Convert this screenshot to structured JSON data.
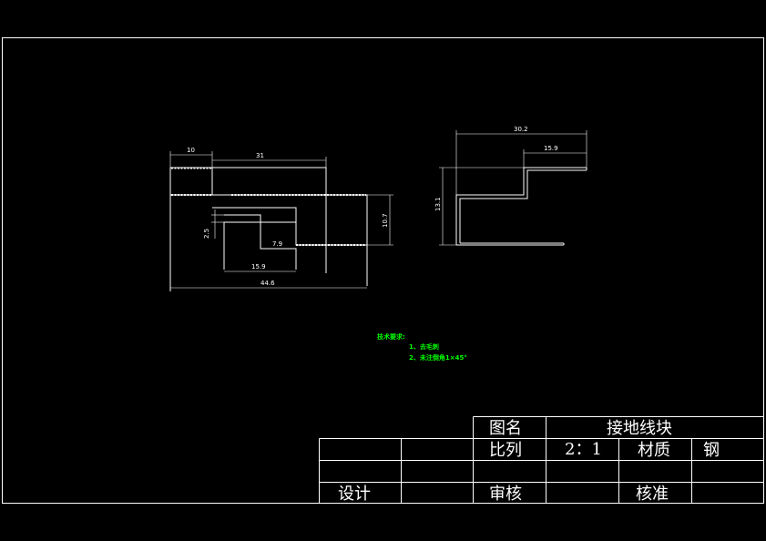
{
  "front_view": {
    "dims": {
      "d10": "10",
      "d31": "31",
      "d7_9": "7.9",
      "d15_9": "15.9",
      "d44_6": "44.6",
      "d2_5": "2.5",
      "d10_7": "10.7"
    }
  },
  "side_view": {
    "dims": {
      "d30_2": "30.2",
      "d15_9": "15.9",
      "d13_1": "13.1"
    }
  },
  "notes": {
    "title": "技术要求:",
    "line1": "1、去毛刺",
    "line2": "2、未注倒角1×45°"
  },
  "title_block": {
    "name_label": "图名",
    "name_value": "接地线块",
    "scale_label": "比列",
    "scale_value": "2：1",
    "material_label": "材质",
    "material_value": "钢",
    "design_label": "设计",
    "review_label": "审核",
    "approve_label": "核准"
  }
}
